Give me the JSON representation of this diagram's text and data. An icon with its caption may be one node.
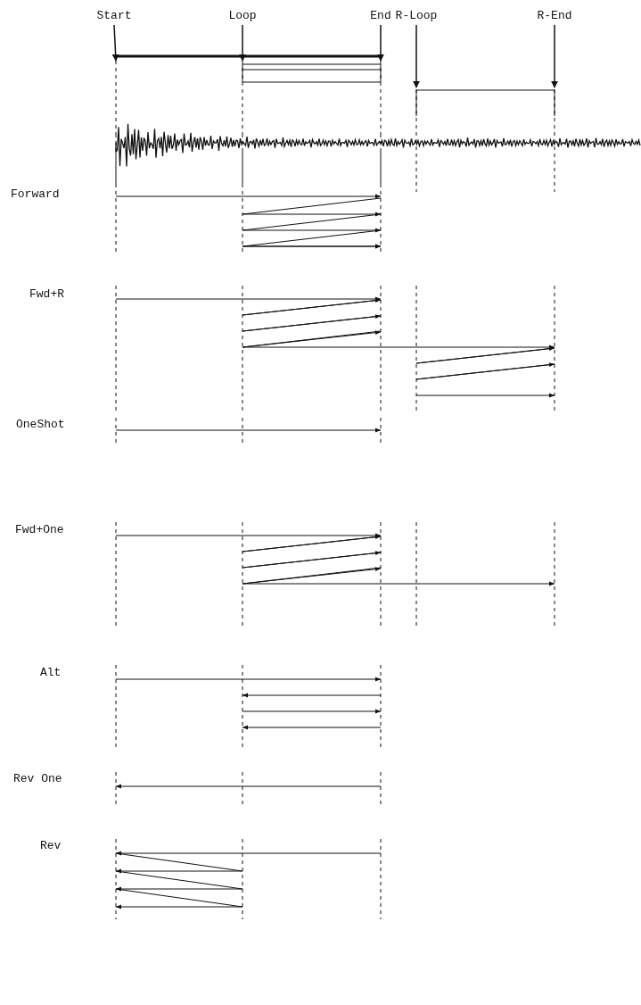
{
  "diagram": {
    "nodes": [
      {
        "text": [
          "Start"
        ]
      },
      {
        "text": [
          "Loop"
        ]
      },
      {
        "text": [
          "End"
        ]
      },
      {
        "text": [
          "R-Loop"
        ]
      },
      {
        "text": [
          "R-End"
        ]
      }
    ],
    "edges": [
      {
        "from": 0,
        "to": null,
        "arrow": "to"
      },
      {
        "from": 1,
        "to": null,
        "arrow": "to"
      },
      {
        "from": 2,
        "to": null,
        "arrow": "to"
      },
      {
        "from": 3,
        "to": null,
        "arrow": "to"
      },
      {
        "from": 4,
        "to": null,
        "arrow": "to"
      }
    ],
    "labels": [
      "Forward",
      "Fwd+R",
      "OneShot",
      "Fwd+One",
      "Alt",
      "Rev One",
      "Rev"
    ]
  }
}
